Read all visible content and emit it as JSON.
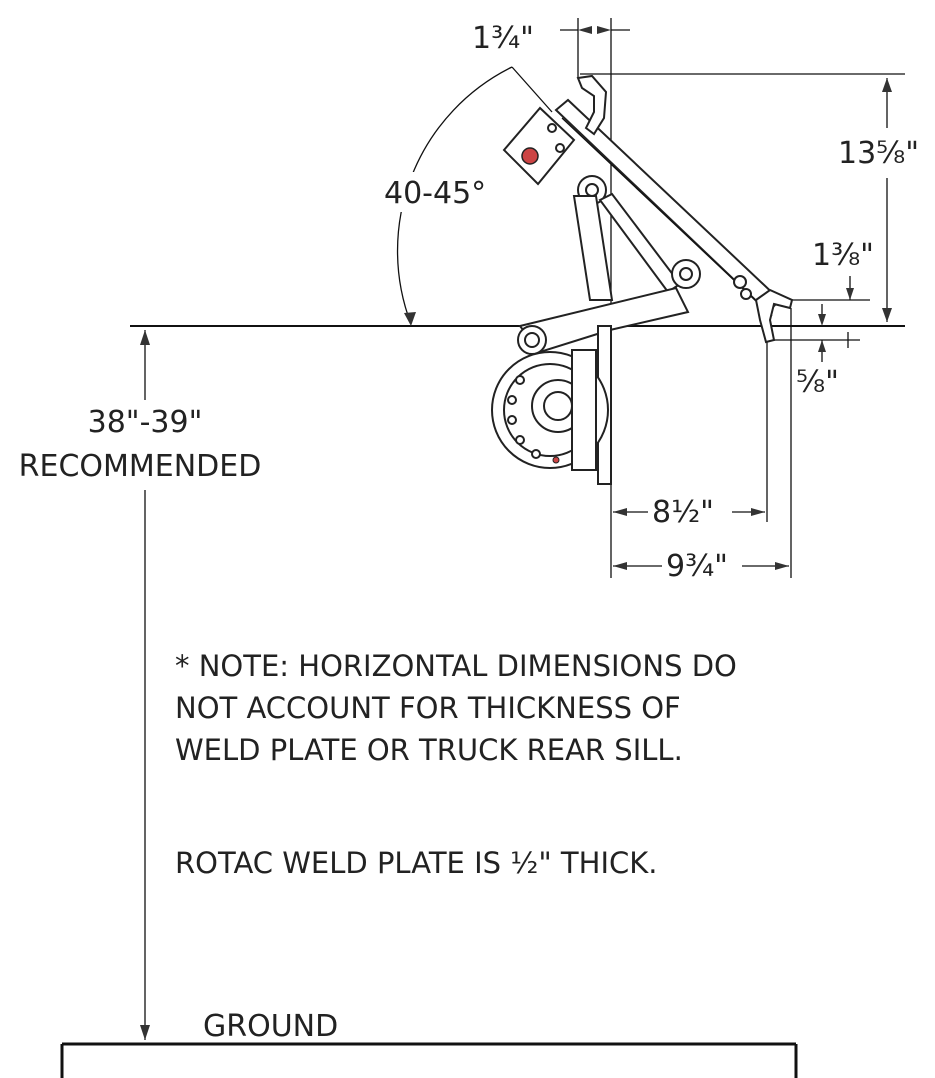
{
  "dimensions": {
    "top_offset": "1¾\"",
    "height": "13⅝\"",
    "angle": "40-45°",
    "lip_rise": "1⅜\"",
    "lip_drop": "⅝\"",
    "reach_short": "8½\"",
    "reach_long": "9¾\"",
    "mount_height": "38\"-39\"",
    "mount_height_note": "RECOMMENDED"
  },
  "notes": {
    "line1": "* NOTE: HORIZONTAL DIMENSIONS DO",
    "line2": "NOT ACCOUNT FOR THICKNESS OF",
    "line3": "WELD PLATE OR TRUCK REAR SILL.",
    "weld_plate": "ROTAC WELD PLATE IS ½\" THICK."
  },
  "ground_label": "GROUND"
}
